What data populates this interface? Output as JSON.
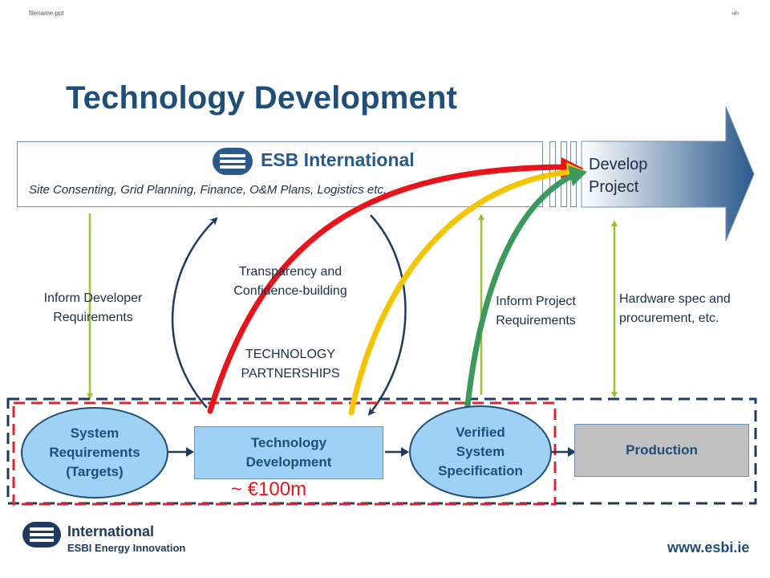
{
  "header": {
    "filename": "filename.ppt",
    "page_number": "‹#›"
  },
  "title": "Technology Development",
  "top_bar": {
    "brand_name": "ESB International",
    "description": "Site Consenting, Grid Planning, Finance, O&M Plans, Logistics etc.",
    "develop_project_line1": "Develop",
    "develop_project_line2": "Project"
  },
  "labels": {
    "inform_developer_line1": "Inform Developer",
    "inform_developer_line2": "Requirements",
    "transparency_line1": "Transparency and",
    "transparency_line2": "Confidence-building",
    "partnerships_line1": "TECHNOLOGY",
    "partnerships_line2": "PARTNERSHIPS",
    "inform_project_line1": "Inform Project",
    "inform_project_line2": "Requirements",
    "hardware_line1": "Hardware spec and",
    "hardware_line2": "procurement, etc."
  },
  "process": {
    "system_requirements": [
      "System",
      "Requirements",
      "(Targets)"
    ],
    "technology_development": [
      "Technology",
      "Development"
    ],
    "verified_system": [
      "Verified",
      "System",
      "Specification"
    ],
    "production": "Production"
  },
  "cost": "~ €100m",
  "footer": {
    "brand_line1": "International",
    "brand_line2": "ESBI Energy Innovation",
    "url": "www.esbi.ie"
  },
  "colors": {
    "title_blue": "#1f4e79",
    "shape_fill": "#9fd0f5",
    "production_fill": "#c0c0c0",
    "red_arrow": "#e8141b",
    "yellow_arrow": "#f5c400",
    "green_arrow": "#3a9a5c",
    "lime_arrow": "#9ac22e",
    "dashed_red": "#d9262e",
    "dashed_navy": "#1f3a5f"
  }
}
